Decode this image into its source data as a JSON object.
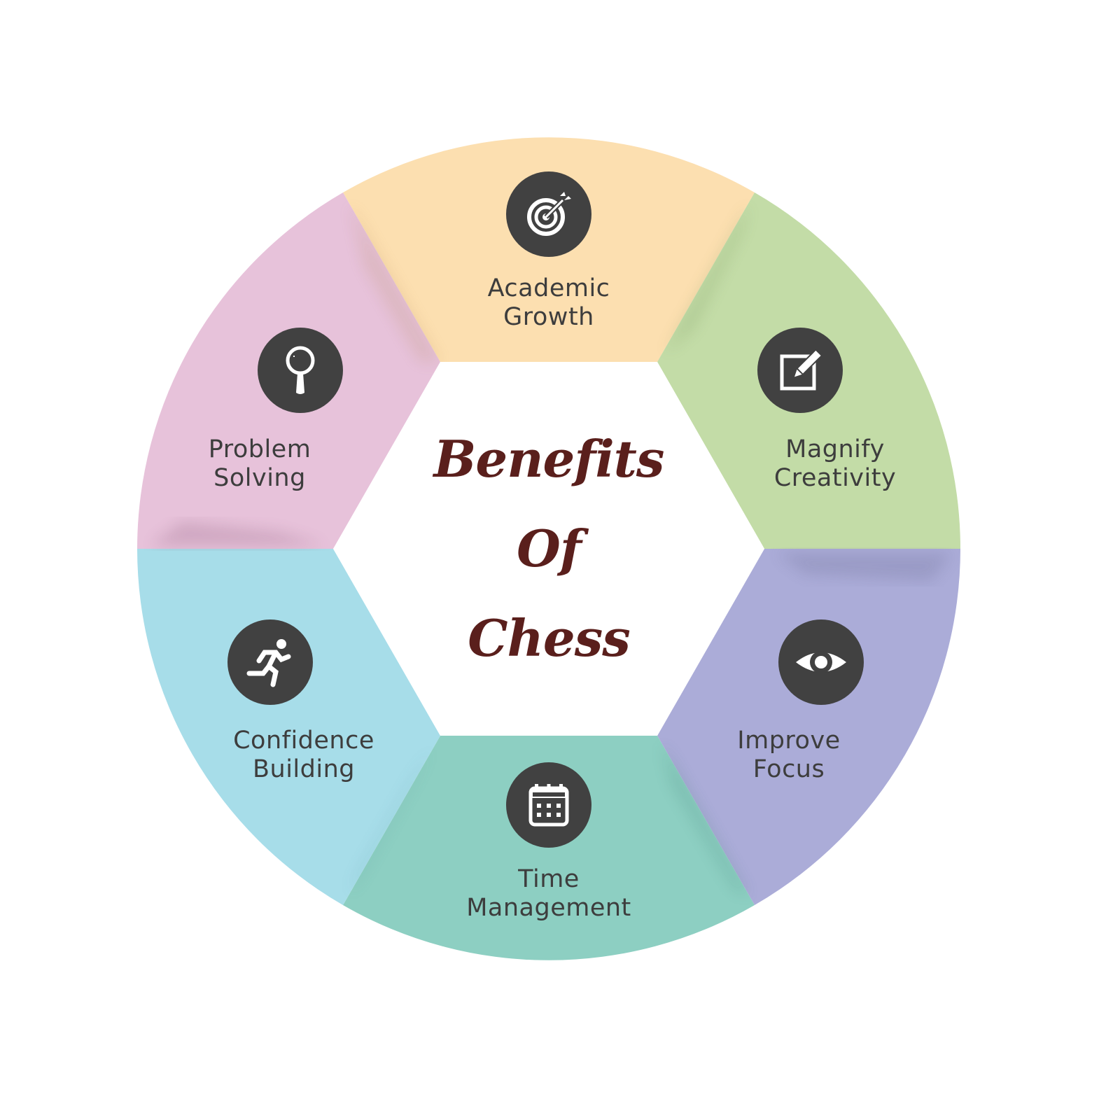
{
  "title": {
    "line1": "Benefits",
    "line2": "Of",
    "line3": "Chess",
    "color": "#5a1f1c"
  },
  "segments": [
    {
      "id": "academic-growth",
      "label_line1": "Academic",
      "label_line2": "Growth",
      "icon": "target-icon",
      "color": "#fcdfb0",
      "position": "top"
    },
    {
      "id": "magnify-creativity",
      "label_line1": "Magnify",
      "label_line2": "Creativity",
      "icon": "edit-pencil-icon",
      "color": "#c3dca7",
      "position": "upper-right"
    },
    {
      "id": "improve-focus",
      "label_line1": "Improve",
      "label_line2": "Focus",
      "icon": "eye-icon",
      "color": "#abacd8",
      "position": "lower-right"
    },
    {
      "id": "time-management",
      "label_line1": "Time",
      "label_line2": "Management",
      "icon": "calendar-icon",
      "color": "#8dcfc2",
      "position": "bottom"
    },
    {
      "id": "confidence-building",
      "label_line1": "Confidence",
      "label_line2": "Building",
      "icon": "running-person-icon",
      "color": "#a7dde9",
      "position": "lower-left"
    },
    {
      "id": "problem-solving",
      "label_line1": "Problem",
      "label_line2": "Solving",
      "icon": "magnifying-glass-icon",
      "color": "#e7c2da",
      "position": "upper-left"
    }
  ],
  "style": {
    "icon_badge_color": "#414141",
    "label_color": "#3d3d3d",
    "hub_color": "#ffffff"
  }
}
